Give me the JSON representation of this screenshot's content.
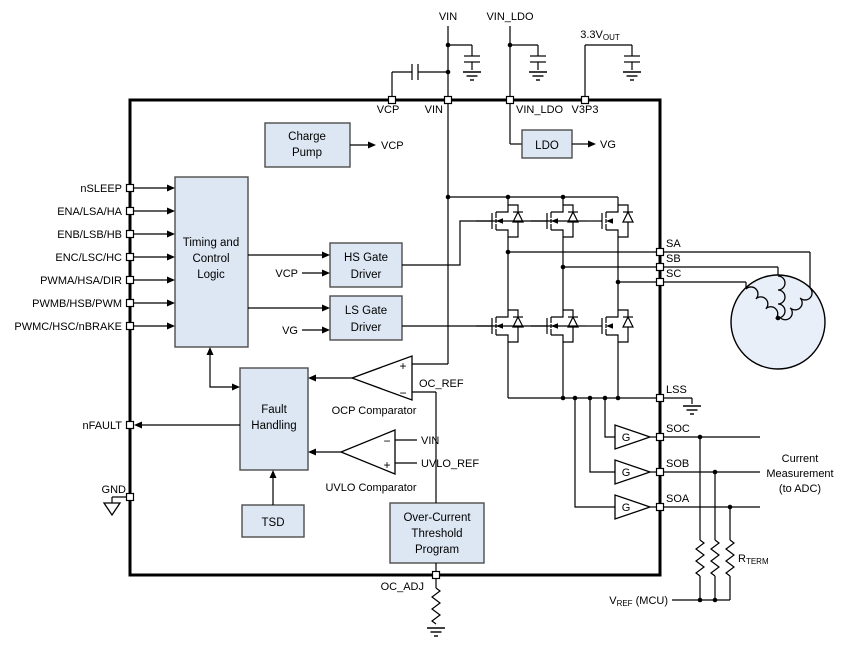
{
  "power": {
    "vin": "VIN",
    "vin_ldo": "VIN_LDO",
    "v33": "3.3V",
    "v33_sub": "OUT"
  },
  "pins": {
    "top": {
      "vcp": "VCP",
      "vin": "VIN",
      "vin_ldo": "VIN_LDO",
      "v3p3": "V3P3"
    },
    "left": [
      "nSLEEP",
      "ENA/LSA/HA",
      "ENB/LSB/HB",
      "ENC/LSC/HC",
      "PWMA/HSA/DIR",
      "PWMB/HSB/PWM",
      "PWMC/HSC/nBRAKE"
    ],
    "nfault": "nFAULT",
    "gnd": "GND",
    "right": {
      "sa": "SA",
      "sb": "SB",
      "sc": "SC",
      "lss": "LSS",
      "soc": "SOC",
      "sob": "SOB",
      "soa": "SOA"
    },
    "bottom": {
      "oc_adj": "OC_ADJ"
    }
  },
  "blocks": {
    "charge_pump": {
      "line1": "Charge",
      "line2": "Pump",
      "out": "VCP"
    },
    "ldo": {
      "label": "LDO",
      "out": "VG"
    },
    "timing": {
      "line1": "Timing and",
      "line2": "Control",
      "line3": "Logic"
    },
    "hs_driver": {
      "line1": "HS Gate",
      "line2": "Driver",
      "in": "VCP"
    },
    "ls_driver": {
      "line1": "LS Gate",
      "line2": "Driver",
      "in": "VG"
    },
    "fault": {
      "line1": "Fault",
      "line2": "Handling"
    },
    "tsd": {
      "label": "TSD"
    },
    "octp": {
      "line1": "Over-Current",
      "line2": "Threshold",
      "line3": "Program"
    }
  },
  "comparators": {
    "ocp": {
      "caption": "OCP Comparator",
      "plus": "+",
      "minus": "−",
      "ref": "OC_REF"
    },
    "uvlo": {
      "caption": "UVLO Comparator",
      "plus": "+",
      "minus": "−",
      "in_minus": "VIN",
      "in_plus": "UVLO_REF"
    }
  },
  "sense": {
    "gain": "G"
  },
  "annotations": {
    "meas1": "Current",
    "meas2": "Measurement",
    "meas3": "(to ADC)",
    "rterm_main": "R",
    "rterm_sub": "TERM",
    "vref_main": "V",
    "vref_sub": "REF",
    "vref_tail": " (MCU)"
  },
  "colors": {
    "block_fill": "#dde7f3",
    "block_stroke": "#4d4d4d",
    "wire": "#000000",
    "motor_fill": "#e9eff8"
  }
}
